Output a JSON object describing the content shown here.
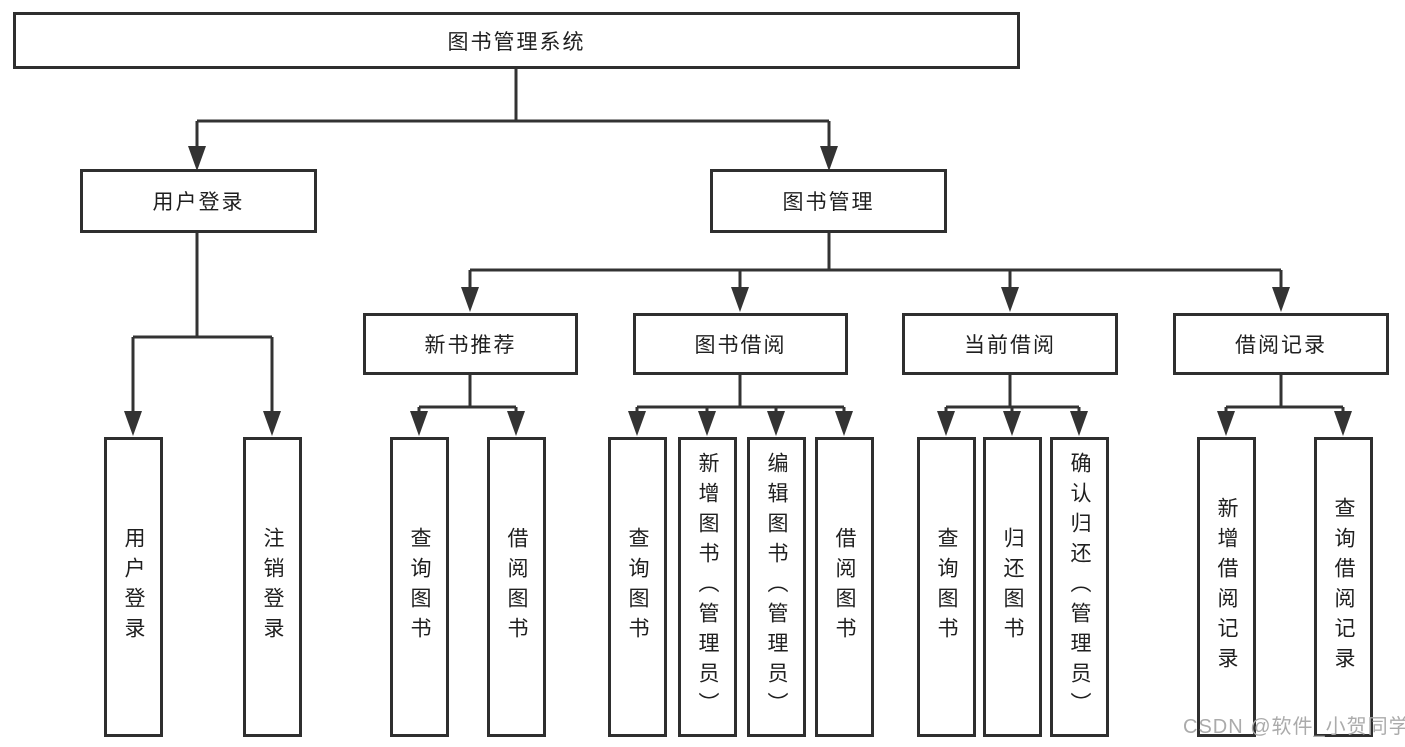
{
  "colors": {
    "background": "#ffffff",
    "line": "#333333",
    "box_border": "#2f2f2f",
    "text": "#1f1f1f",
    "watermark": "#ababab"
  },
  "watermark": "CSDN @软件_小贺同学",
  "tree": {
    "root": "图书管理系统",
    "branches": [
      {
        "label": "用户登录",
        "children": [
          "用户登录",
          "注销登录"
        ]
      },
      {
        "label": "图书管理",
        "groups": [
          {
            "label": "新书推荐",
            "children": [
              "查询图书",
              "借阅图书"
            ]
          },
          {
            "label": "图书借阅",
            "children": [
              "查询图书",
              "新增图书（管理员）",
              "编辑图书（管理员）",
              "借阅图书"
            ]
          },
          {
            "label": "当前借阅",
            "children": [
              "查询图书",
              "归还图书",
              "确认归还（管理员）"
            ]
          },
          {
            "label": "借阅记录",
            "children": [
              "新增借阅记录",
              "查询借阅记录"
            ]
          }
        ]
      }
    ]
  }
}
